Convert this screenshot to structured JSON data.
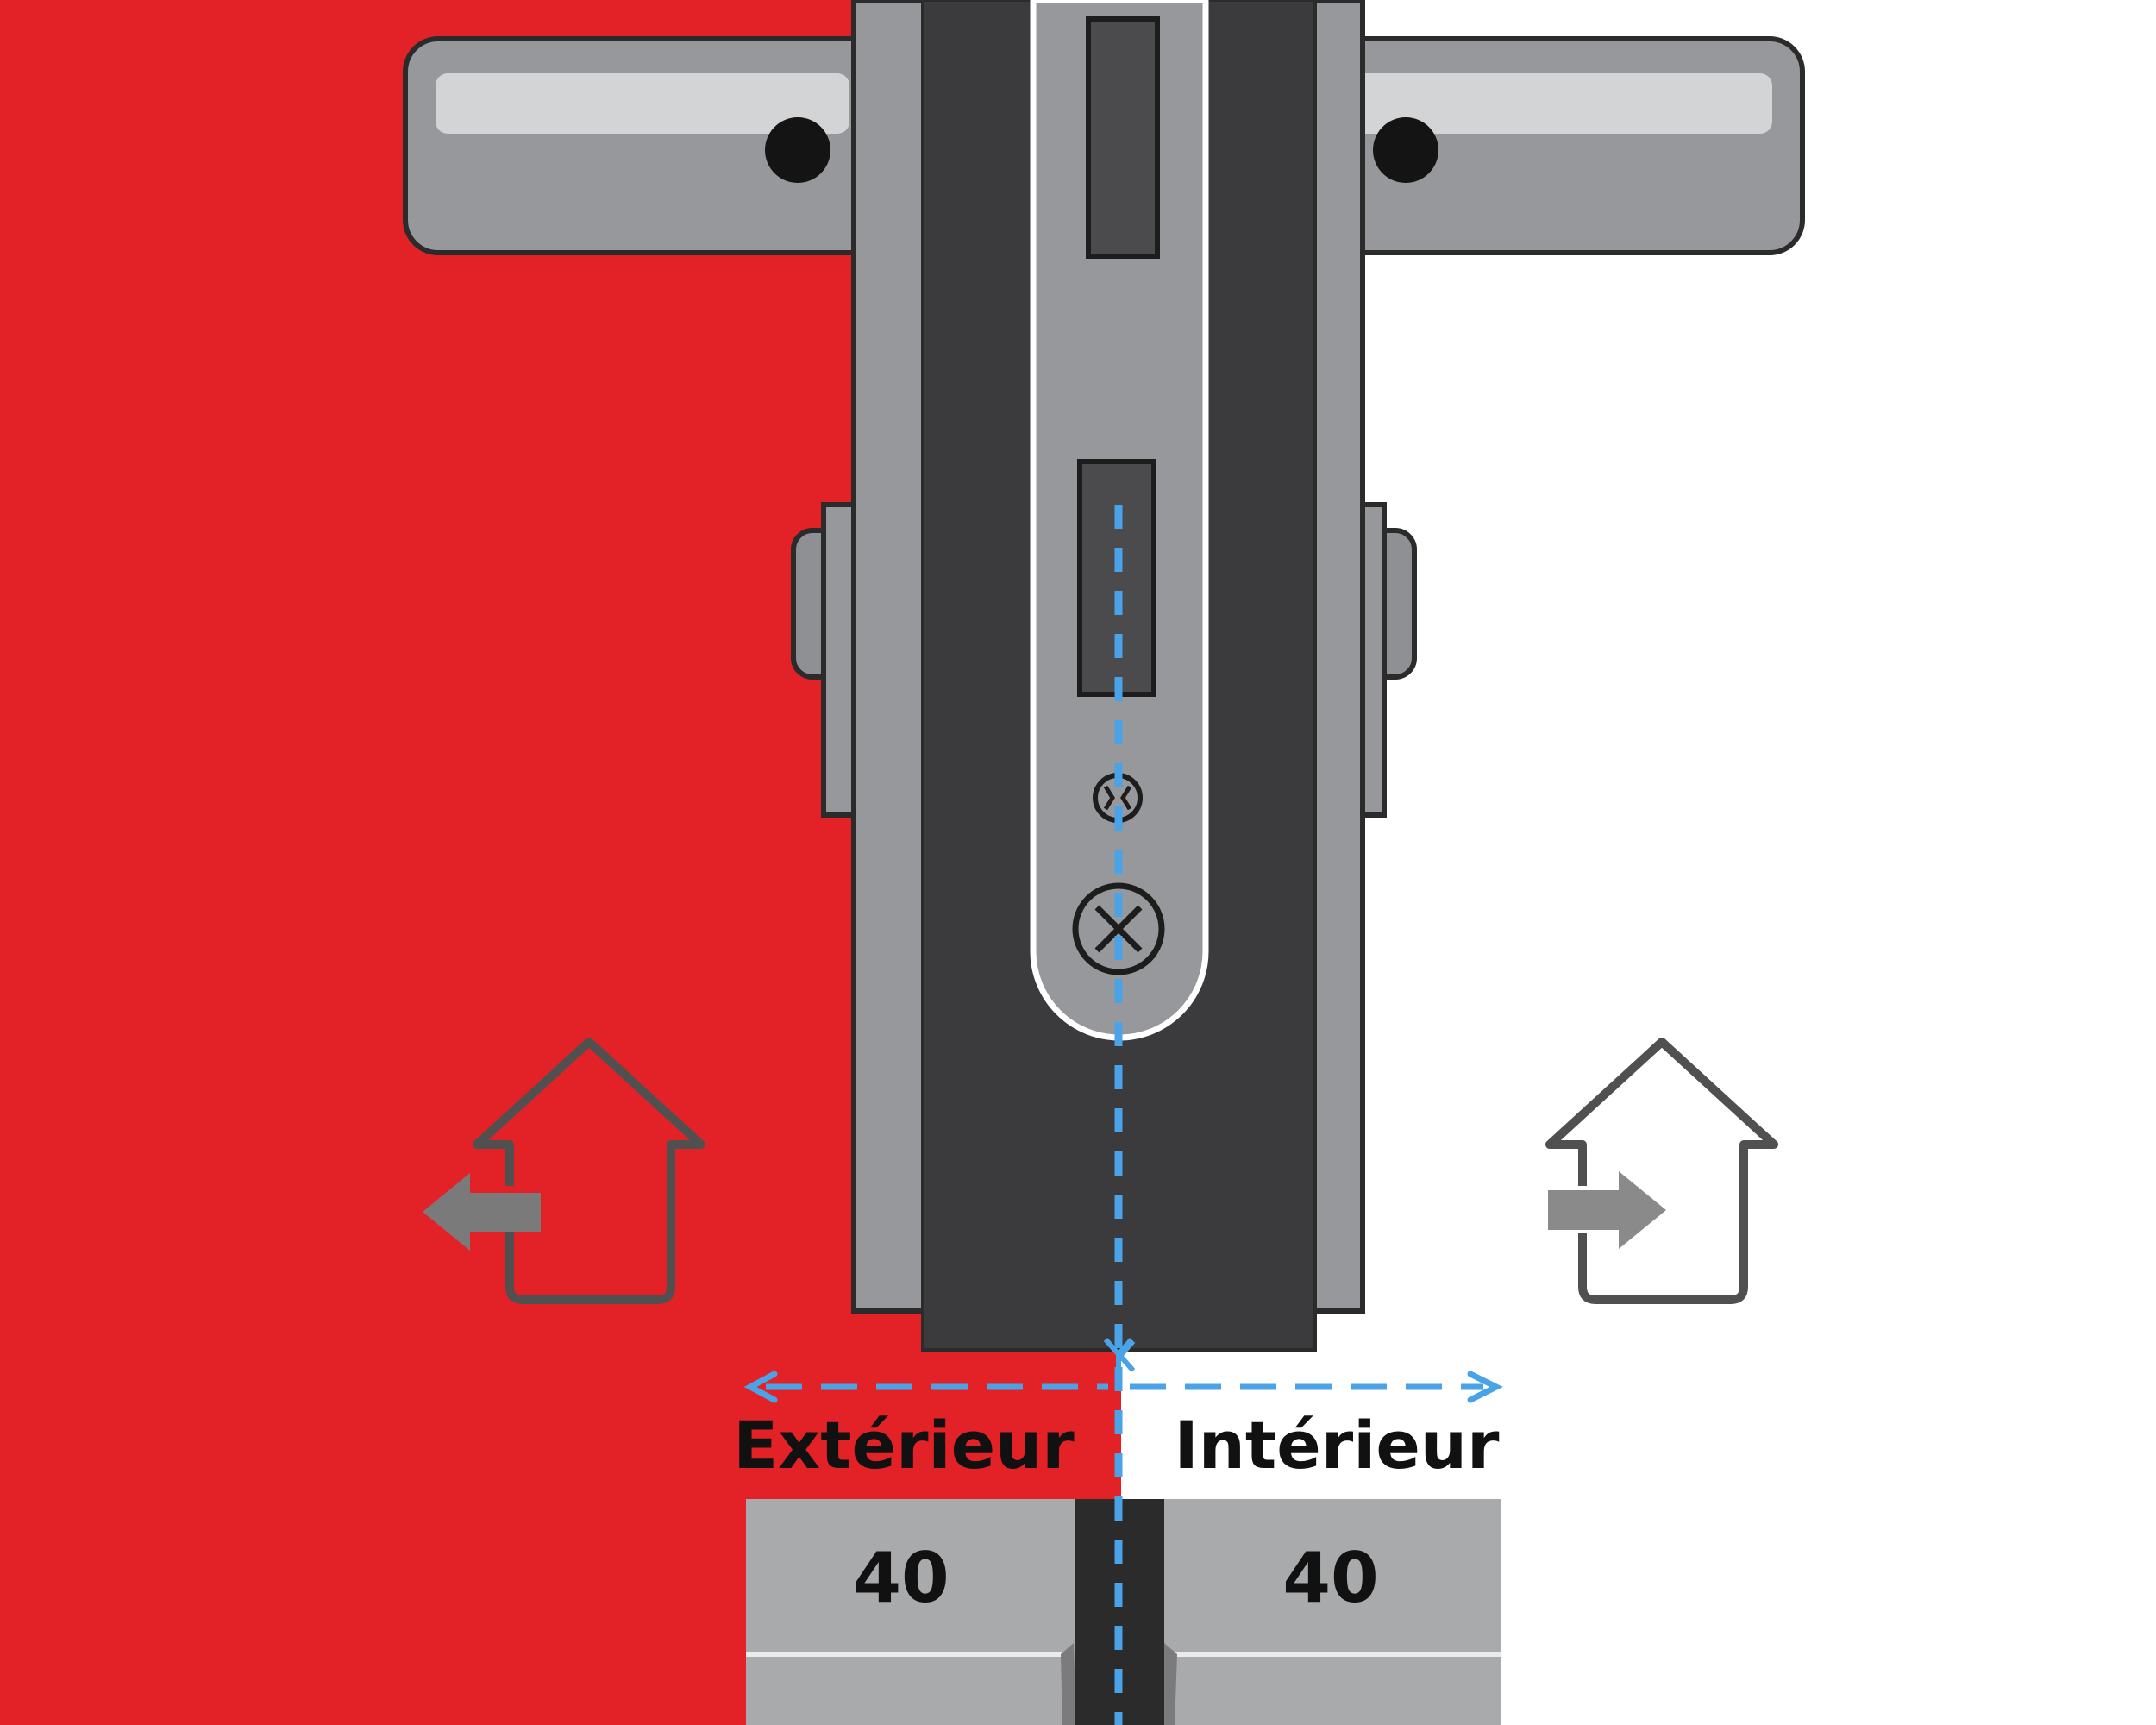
{
  "labels": {
    "exterior": "Extérieur",
    "interior": "Intérieur"
  },
  "cylinder": {
    "exterior_length": "40",
    "interior_length": "40"
  },
  "icons": {
    "exterior": "house-exit-arrow-icon",
    "interior": "house-enter-arrow-icon"
  },
  "colors": {
    "exterior_side": "#e32227",
    "interior_side": "#ffffff",
    "measure_line": "#4aa3e6"
  }
}
